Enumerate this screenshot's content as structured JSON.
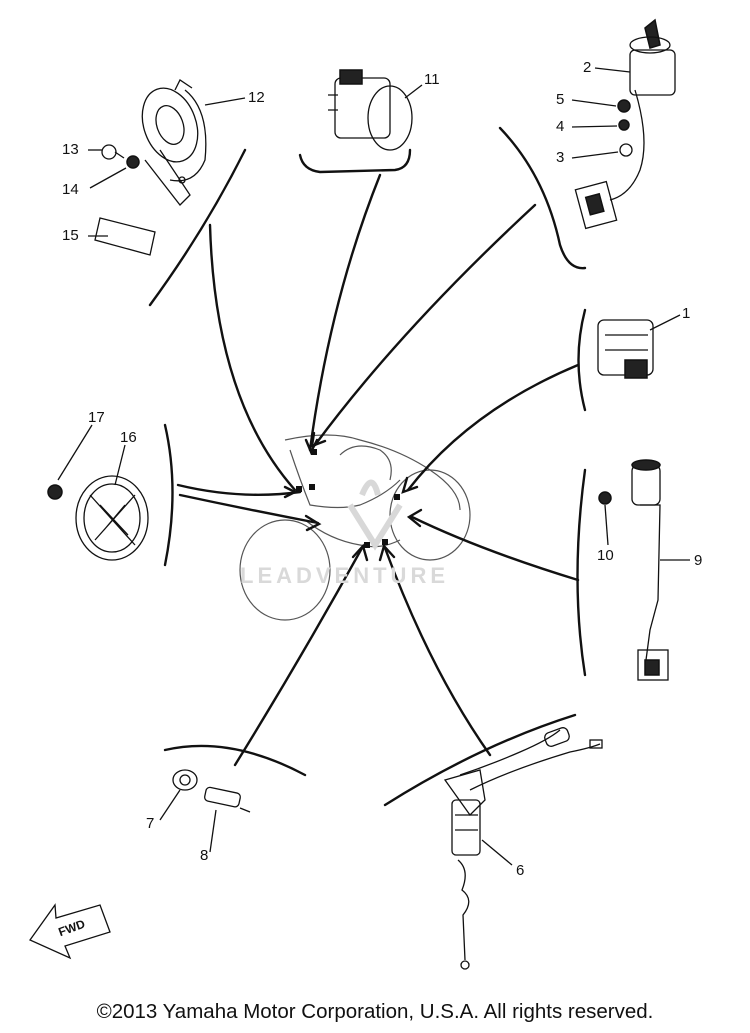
{
  "labels": {
    "p1": "1",
    "p2": "2",
    "p3": "3",
    "p4": "4",
    "p5": "5",
    "p6": "6",
    "p7": "7",
    "p8": "8",
    "p9": "9",
    "p10": "10",
    "p11": "11",
    "p12": "12",
    "p13": "13",
    "p14": "14",
    "p15": "15",
    "p16": "16",
    "p17": "17"
  },
  "fwd_badge": "FWD",
  "watermark": "LEADVENTURE",
  "copyright": "©2013 Yamaha Motor Corporation, U.S.A. All rights reserved."
}
